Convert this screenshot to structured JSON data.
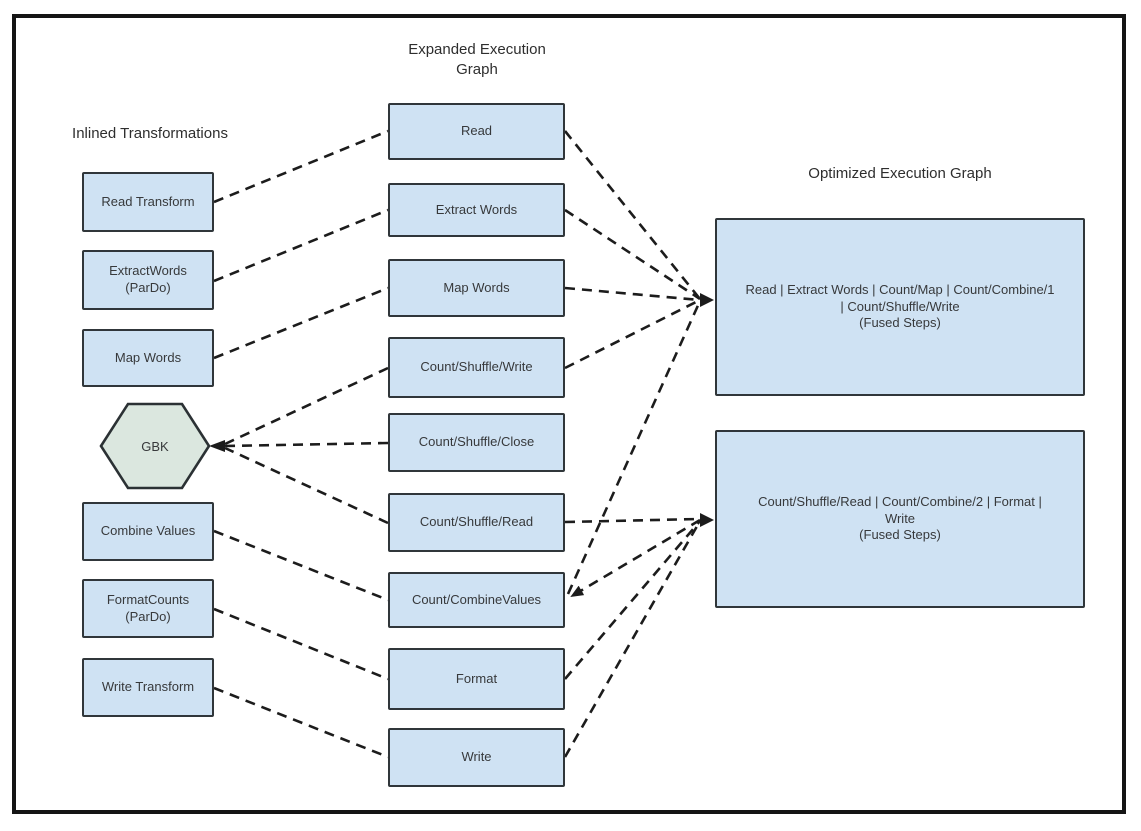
{
  "figure": {
    "columns": {
      "inlined": {
        "title": "Inlined Transformations",
        "nodes": [
          {
            "label": "Read Transform",
            "shape": "rect"
          },
          {
            "label": "ExtractWords",
            "sublabel": "(ParDo)",
            "shape": "rect"
          },
          {
            "label": "Map Words",
            "shape": "rect"
          },
          {
            "label": "GBK",
            "shape": "hexagon"
          },
          {
            "label": "Combine Values",
            "shape": "rect"
          },
          {
            "label": "FormatCounts",
            "sublabel": "(ParDo)",
            "shape": "rect"
          },
          {
            "label": "Write Transform",
            "shape": "rect"
          }
        ]
      },
      "expanded": {
        "title": "Expanded Execution Graph",
        "nodes": [
          {
            "label": "Read"
          },
          {
            "label": "Extract Words"
          },
          {
            "label": "Map Words"
          },
          {
            "label": "Count/Shuffle/Write"
          },
          {
            "label": "Count/Shuffle/Close"
          },
          {
            "label": "Count/Shuffle/Read"
          },
          {
            "label": "Count/CombineValues"
          },
          {
            "label": "Format"
          },
          {
            "label": "Write"
          }
        ]
      },
      "optimized": {
        "title": "Optimized Execution Graph",
        "nodes": [
          {
            "line1": "Read | Extract Words | Count/Map | Count/Combine/1",
            "line2": "| Count/Shuffle/Write",
            "line3": "(Fused Steps)"
          },
          {
            "line1": "Count/Shuffle/Read | Count/Combine/2 | Format |",
            "line2": "Write",
            "line3": "(Fused Steps)"
          }
        ]
      }
    },
    "edges": [
      {
        "from": "Read Transform",
        "to": "Read",
        "style": "dashed"
      },
      {
        "from": "ExtractWords (ParDo)",
        "to": "Extract Words",
        "style": "dashed"
      },
      {
        "from": "Map Words",
        "to": "Map Words",
        "style": "dashed"
      },
      {
        "from": "Count/Shuffle/Write",
        "to": "GBK",
        "style": "dashed",
        "arrow_at": "GBK"
      },
      {
        "from": "Count/Shuffle/Close",
        "to": "GBK",
        "style": "dashed",
        "arrow_at": "GBK"
      },
      {
        "from": "Count/Shuffle/Read",
        "to": "GBK",
        "style": "dashed",
        "arrow_at": "GBK"
      },
      {
        "from": "Combine Values",
        "to": "Count/CombineValues",
        "style": "dashed"
      },
      {
        "from": "FormatCounts (ParDo)",
        "to": "Format",
        "style": "dashed"
      },
      {
        "from": "Write Transform",
        "to": "Write",
        "style": "dashed"
      },
      {
        "from": "Read",
        "to": "Fused Steps 1",
        "style": "dashed",
        "arrow_at": "Fused Steps 1"
      },
      {
        "from": "Extract Words",
        "to": "Fused Steps 1",
        "style": "dashed",
        "arrow_at": "Fused Steps 1"
      },
      {
        "from": "Map Words",
        "to": "Fused Steps 1",
        "style": "dashed",
        "arrow_at": "Fused Steps 1"
      },
      {
        "from": "Count/Shuffle/Write",
        "to": "Fused Steps 1",
        "style": "dashed",
        "arrow_at": "Fused Steps 1"
      },
      {
        "from": "Count/CombineValues",
        "to": "Fused Steps 1",
        "style": "dashed",
        "arrow_at": "Fused Steps 1"
      },
      {
        "from": "Count/Shuffle/Read",
        "to": "Fused Steps 2",
        "style": "dashed",
        "arrow_at": "Fused Steps 2"
      },
      {
        "from": "Format",
        "to": "Fused Steps 2",
        "style": "dashed",
        "arrow_at": "Fused Steps 2"
      },
      {
        "from": "Write",
        "to": "Fused Steps 2",
        "style": "dashed",
        "arrow_at": "Fused Steps 2"
      },
      {
        "from": "Fused Steps 2",
        "to": "Count/CombineValues",
        "style": "dashed",
        "arrow_at": "Count/CombineValues"
      }
    ],
    "colors": {
      "node_fill": "#cfe2f3",
      "gbk_fill": "#dbe7df",
      "node_border": "#30363a",
      "line": "#1c1c1c",
      "frame_border": "#151515",
      "text": "#37393b"
    }
  }
}
